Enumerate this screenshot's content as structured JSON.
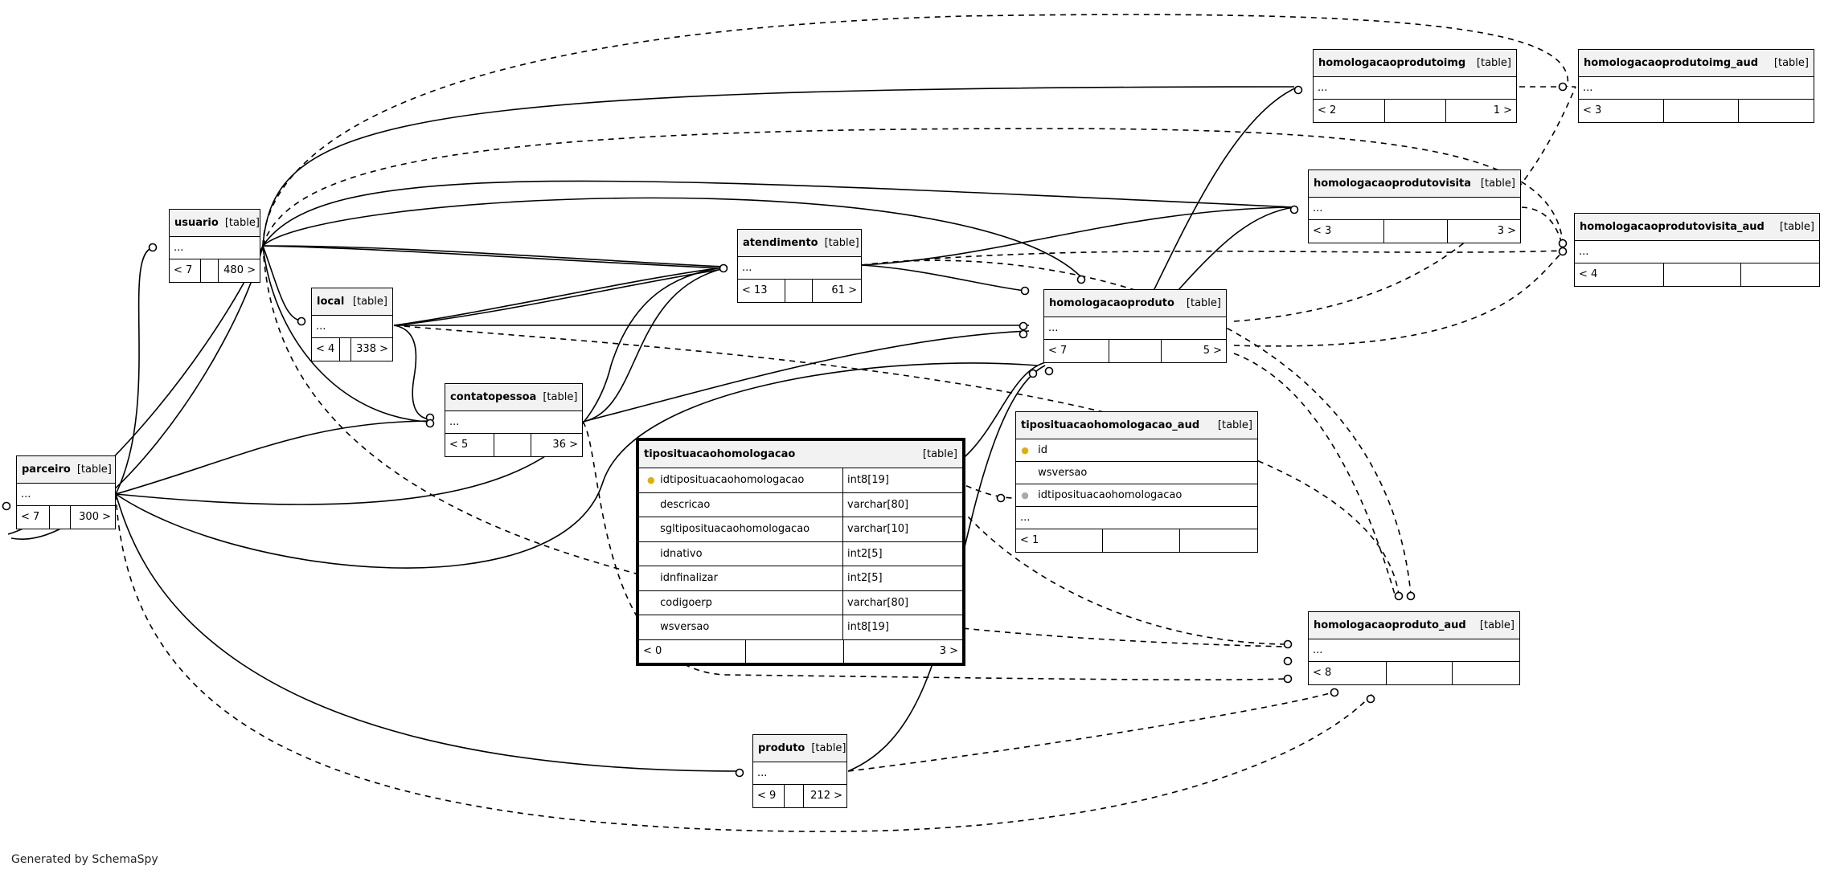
{
  "footer": "Generated by SchemaSpy",
  "type_label": "[table]",
  "more_label": "...",
  "tables": {
    "usuario": {
      "name": "usuario",
      "counts": [
        "< 7",
        "",
        "480 >"
      ]
    },
    "local": {
      "name": "local",
      "counts": [
        "< 4",
        "",
        "338 >"
      ]
    },
    "parceiro": {
      "name": "parceiro",
      "counts": [
        "< 7",
        "",
        "300 >"
      ]
    },
    "contatopessoa": {
      "name": "contatopessoa",
      "counts": [
        "< 5",
        "",
        "36 >"
      ]
    },
    "atendimento": {
      "name": "atendimento",
      "counts": [
        "< 13",
        "",
        "61 >"
      ]
    },
    "homologacaoproduto": {
      "name": "homologacaoproduto",
      "counts": [
        "< 7",
        "",
        "5 >"
      ]
    },
    "homologacaoprodutoimg": {
      "name": "homologacaoprodutoimg",
      "counts": [
        "< 2",
        "",
        "1 >"
      ]
    },
    "homologacaoprodutoimg_aud": {
      "name": "homologacaoprodutoimg_aud",
      "counts": [
        "< 3",
        "",
        ""
      ]
    },
    "homologacaoprodutovisita": {
      "name": "homologacaoprodutovisita",
      "counts": [
        "< 3",
        "",
        "3 >"
      ]
    },
    "homologacaoprodutovisita_aud": {
      "name": "homologacaoprodutovisita_aud",
      "counts": [
        "< 4",
        "",
        ""
      ]
    },
    "homologacaoproduto_aud": {
      "name": "homologacaoproduto_aud",
      "counts": [
        "< 8",
        "",
        ""
      ]
    },
    "produto": {
      "name": "produto",
      "counts": [
        "< 9",
        "",
        "212 >"
      ]
    },
    "tiposituacaohomologacao_aud": {
      "name": "tiposituacaohomologacao_aud",
      "columns": [
        "id",
        "wsversao",
        "idtiposituacaohomologacao"
      ],
      "counts": [
        "< 1",
        "",
        ""
      ]
    },
    "tiposituacaohomologacao": {
      "name": "tiposituacaohomologacao",
      "columns": [
        {
          "name": "idtiposituacaohomologacao",
          "type": "int8[19]"
        },
        {
          "name": "descricao",
          "type": "varchar[80]"
        },
        {
          "name": "sgltiposituacaohomologacao",
          "type": "varchar[10]"
        },
        {
          "name": "idnativo",
          "type": "int2[5]"
        },
        {
          "name": "idnfinalizar",
          "type": "int2[5]"
        },
        {
          "name": "codigoerp",
          "type": "varchar[80]"
        },
        {
          "name": "wsversao",
          "type": "int8[19]"
        }
      ],
      "counts": [
        "< 0",
        "",
        "3 >"
      ]
    }
  }
}
